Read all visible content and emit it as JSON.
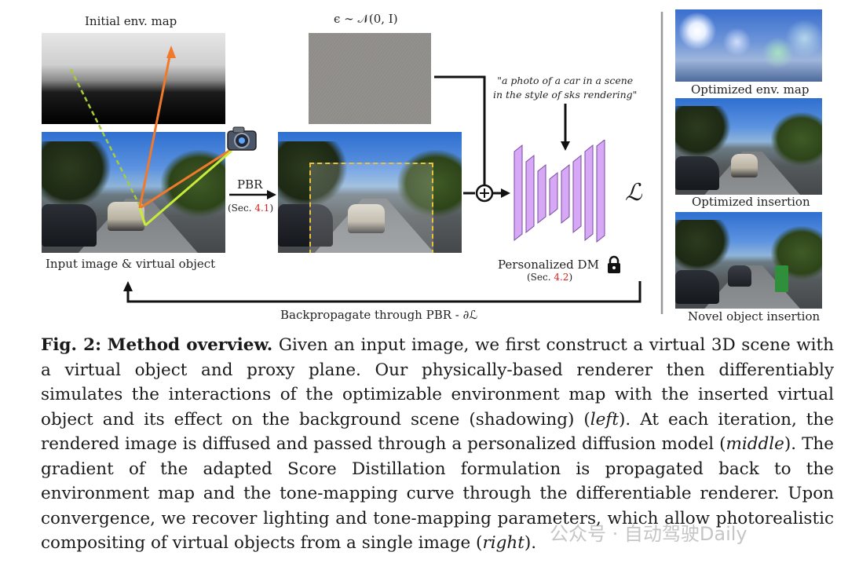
{
  "figure": {
    "labels": {
      "initial_env_map": "Initial env. map",
      "noise_eq": "ϵ ∼ 𝒩(0, I)",
      "prompt_line1": "\"a photo of a car in a scene",
      "prompt_line2": "in the style of sks rendering\"",
      "pbr": "PBR",
      "pbr_ref_prefix": "(Sec. ",
      "pbr_ref_num": "4.1",
      "pbr_ref_suffix": ")",
      "input_image": "Input image & virtual object",
      "loss_symbol": "ℒ",
      "personalized_dm": "Personalized DM",
      "dm_ref_prefix": "(Sec. ",
      "dm_ref_num": "4.2",
      "dm_ref_suffix": ")",
      "backprop": "Backpropagate through PBR - ∂ℒ",
      "optimized_env_map": "Optimized env. map",
      "optimized_insertion": "Optimized insertion",
      "novel_insertion": "Novel object insertion"
    },
    "icons": [
      "camera-icon",
      "lock-icon",
      "plus-circle-icon"
    ],
    "colors": {
      "orange_ray": "#f07a2a",
      "green_ray": "#b8e23a",
      "box_dash": "#e9c23a",
      "network": "#cfa0f0",
      "ref_red": "#d62020"
    }
  },
  "caption": {
    "label": "Fig. 2:",
    "title": "Method overview.",
    "t1": " Given an input image, we first construct a virtual 3D scene with a virtual object and proxy plane. Our physically-based renderer then differentiably simulates the interactions of the optimizable environment map with the inserted virtual object and its effect on the background scene (shadowing) (",
    "left": "left",
    "t2": "). At each iteration, the rendered image is diffused and passed through a personalized diffusion model (",
    "middle": "middle",
    "t3": "). The gradient of the adapted Score Distillation formulation is propagated back to the environment map and the tone-mapping curve through the differentiable renderer. Upon convergence, we recover lighting and tone-mapping parameters, which allow photorealistic compositing of virtual objects from a single image (",
    "right": "right",
    "t4": ")."
  },
  "watermark": "公众号 · 自动驾驶Daily"
}
